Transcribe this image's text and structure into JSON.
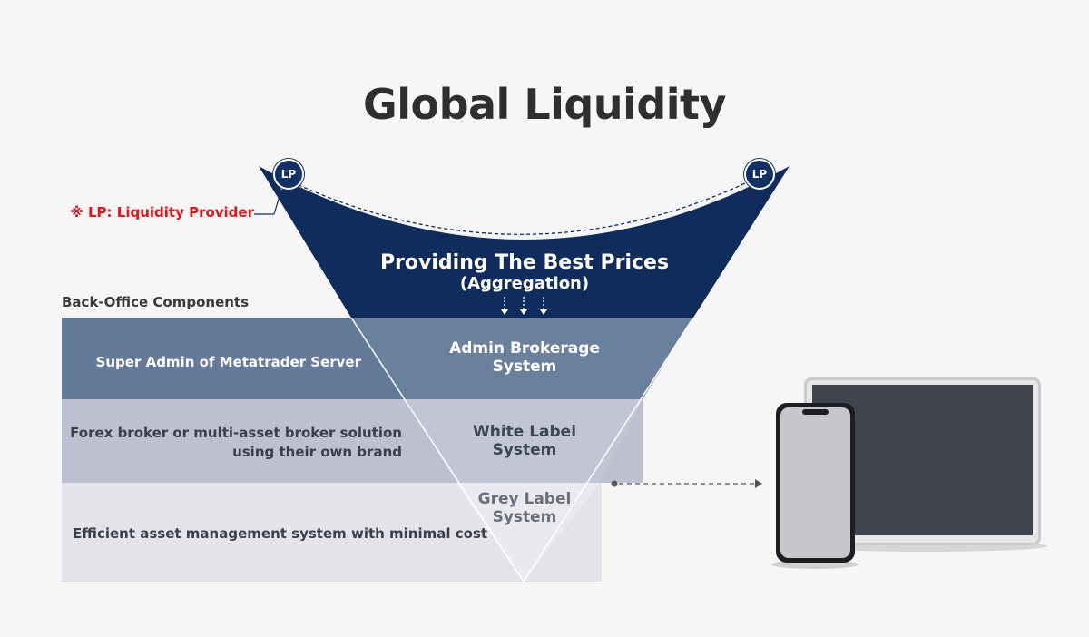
{
  "title": "Global Liquidity",
  "lp_note": "※ LP: Liquidity Provider",
  "lp_badge": "LP",
  "funnel": {
    "heading": "Providing The Best Prices",
    "subheading": "(Aggregation)",
    "tiers": [
      {
        "line1": "Admin Brokerage",
        "line2": "System"
      },
      {
        "line1": "White Label",
        "line2": "System"
      },
      {
        "line1": "Grey Label",
        "line2": "System"
      }
    ]
  },
  "back_office": {
    "label": "Back-Office Components",
    "rows": [
      {
        "line1": "Super Admin of Metatrader Server",
        "line2": ""
      },
      {
        "line1": "Forex broker or multi-asset broker solution",
        "line2": "using their own brand"
      },
      {
        "line1": "Efficient asset management system with minimal cost",
        "line2": ""
      }
    ]
  },
  "colors": {
    "navy": "#0f2c5c",
    "tier1": "#637a98",
    "tier2": "#bcc0d0",
    "tier3": "#e3e4ea",
    "accent_red": "#e0161b"
  },
  "icons": [
    "arrow-down-icon",
    "arrow-right-icon",
    "smartphone-icon",
    "tablet-icon"
  ]
}
